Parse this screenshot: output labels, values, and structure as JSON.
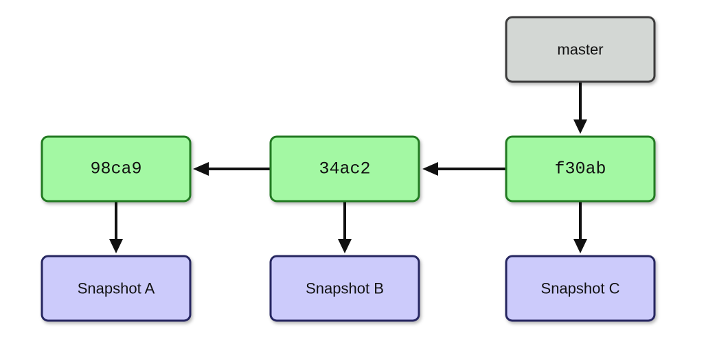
{
  "branch": {
    "label": "master",
    "fill": "#d3d7d4",
    "stroke": "#3a3a3a"
  },
  "commits": [
    {
      "id": "98ca9"
    },
    {
      "id": "34ac2"
    },
    {
      "id": "f30ab"
    }
  ],
  "snapshots": [
    {
      "label": "Snapshot A"
    },
    {
      "label": "Snapshot B"
    },
    {
      "label": "Snapshot C"
    }
  ],
  "colors": {
    "commit_fill": "#a3f8a3",
    "commit_stroke": "#237a23",
    "snapshot_fill": "#cccbfb",
    "snapshot_stroke": "#262661",
    "arrow": "#111111"
  }
}
